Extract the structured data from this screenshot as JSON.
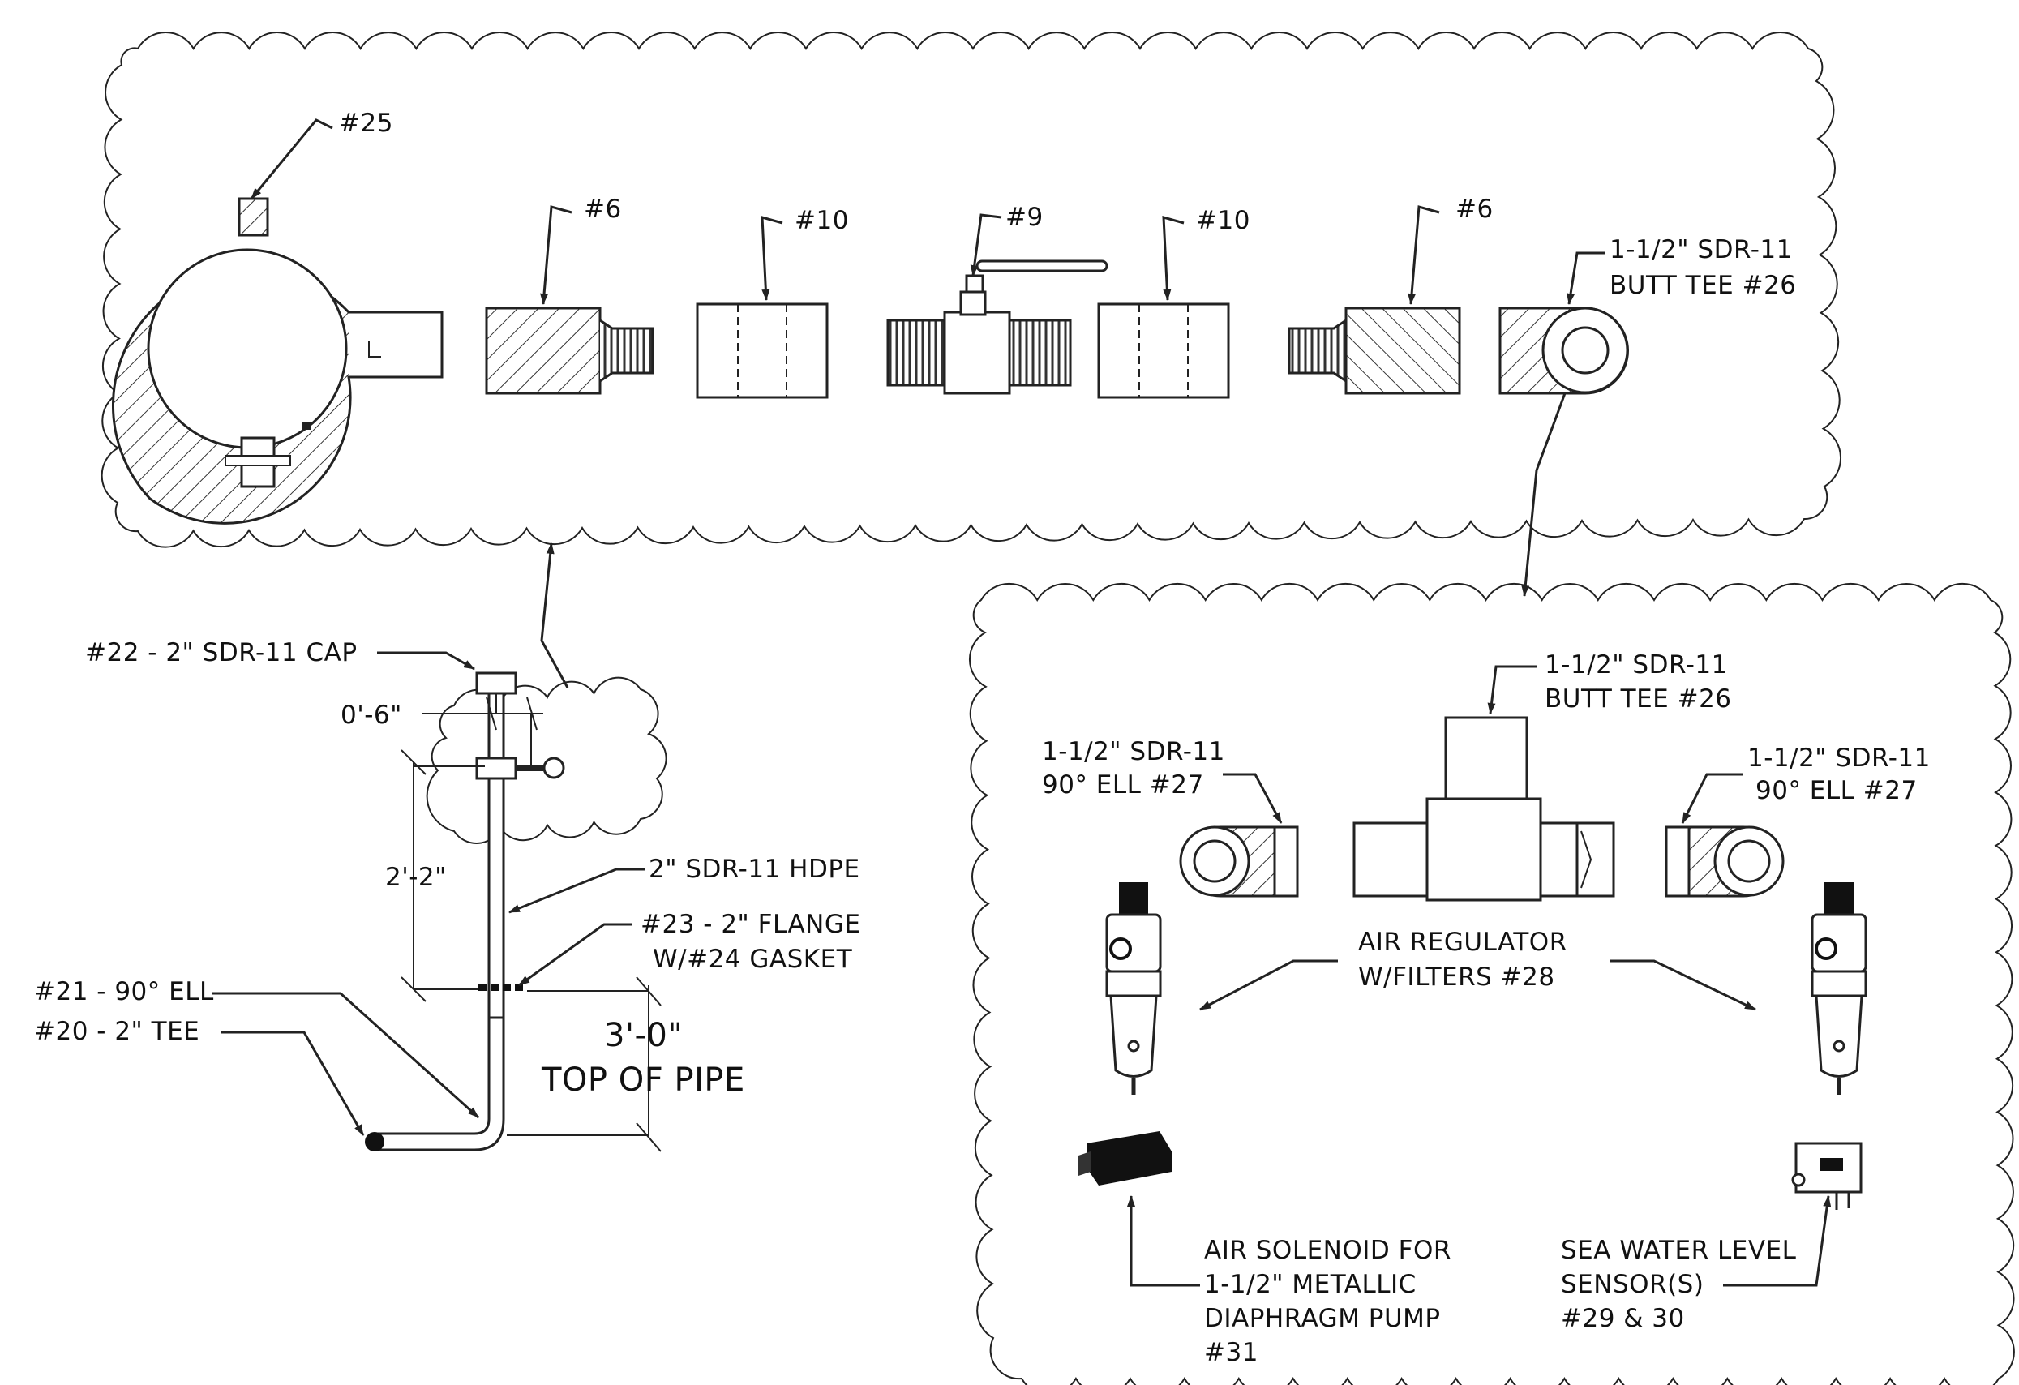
{
  "labels": {
    "part25": "#25",
    "part6_left": "#6",
    "part10_left": "#10",
    "part9": "#9",
    "part10_right": "#10",
    "part6_right": "#6",
    "butt_tee_top_1": "1-1/2\" SDR-11",
    "butt_tee_top_2": "BUTT TEE  #26",
    "cap": "#22 - 2\" SDR-11 CAP",
    "dim_06": "0'-6\"",
    "dim_22": "2'-2\"",
    "hdpe": "2\" SDR-11 HDPE",
    "flange_1": "#23 - 2\" FLANGE",
    "flange_2": "W/#24 GASKET",
    "ell21": "#21 - 90° ELL",
    "tee20": "#20 - 2\" TEE",
    "dim_30": "3'-0\"",
    "top_of_pipe": "TOP OF PIPE",
    "butt_tee_mid_1": "1-1/2\" SDR-11",
    "butt_tee_mid_2": "BUTT TEE  #26",
    "ell27_left_1": "1-1/2\" SDR-11",
    "ell27_left_2": "90° ELL  #27",
    "ell27_right_1": "1-1/2\" SDR-11",
    "ell27_right_2": "90° ELL  #27",
    "regulator_1": "AIR REGULATOR",
    "regulator_2": "W/FILTERS   #28",
    "solenoid_1": "AIR SOLENOID FOR",
    "solenoid_2": "1-1/2\" METALLIC",
    "solenoid_3": "DIAPHRAGM PUMP",
    "solenoid_4": "#31",
    "sensor_1": "SEA WATER LEVEL",
    "sensor_2": "SENSOR(S)",
    "sensor_3": "#29 & 30"
  },
  "colors": {
    "ink": "#222222",
    "background": "#ffffff"
  }
}
